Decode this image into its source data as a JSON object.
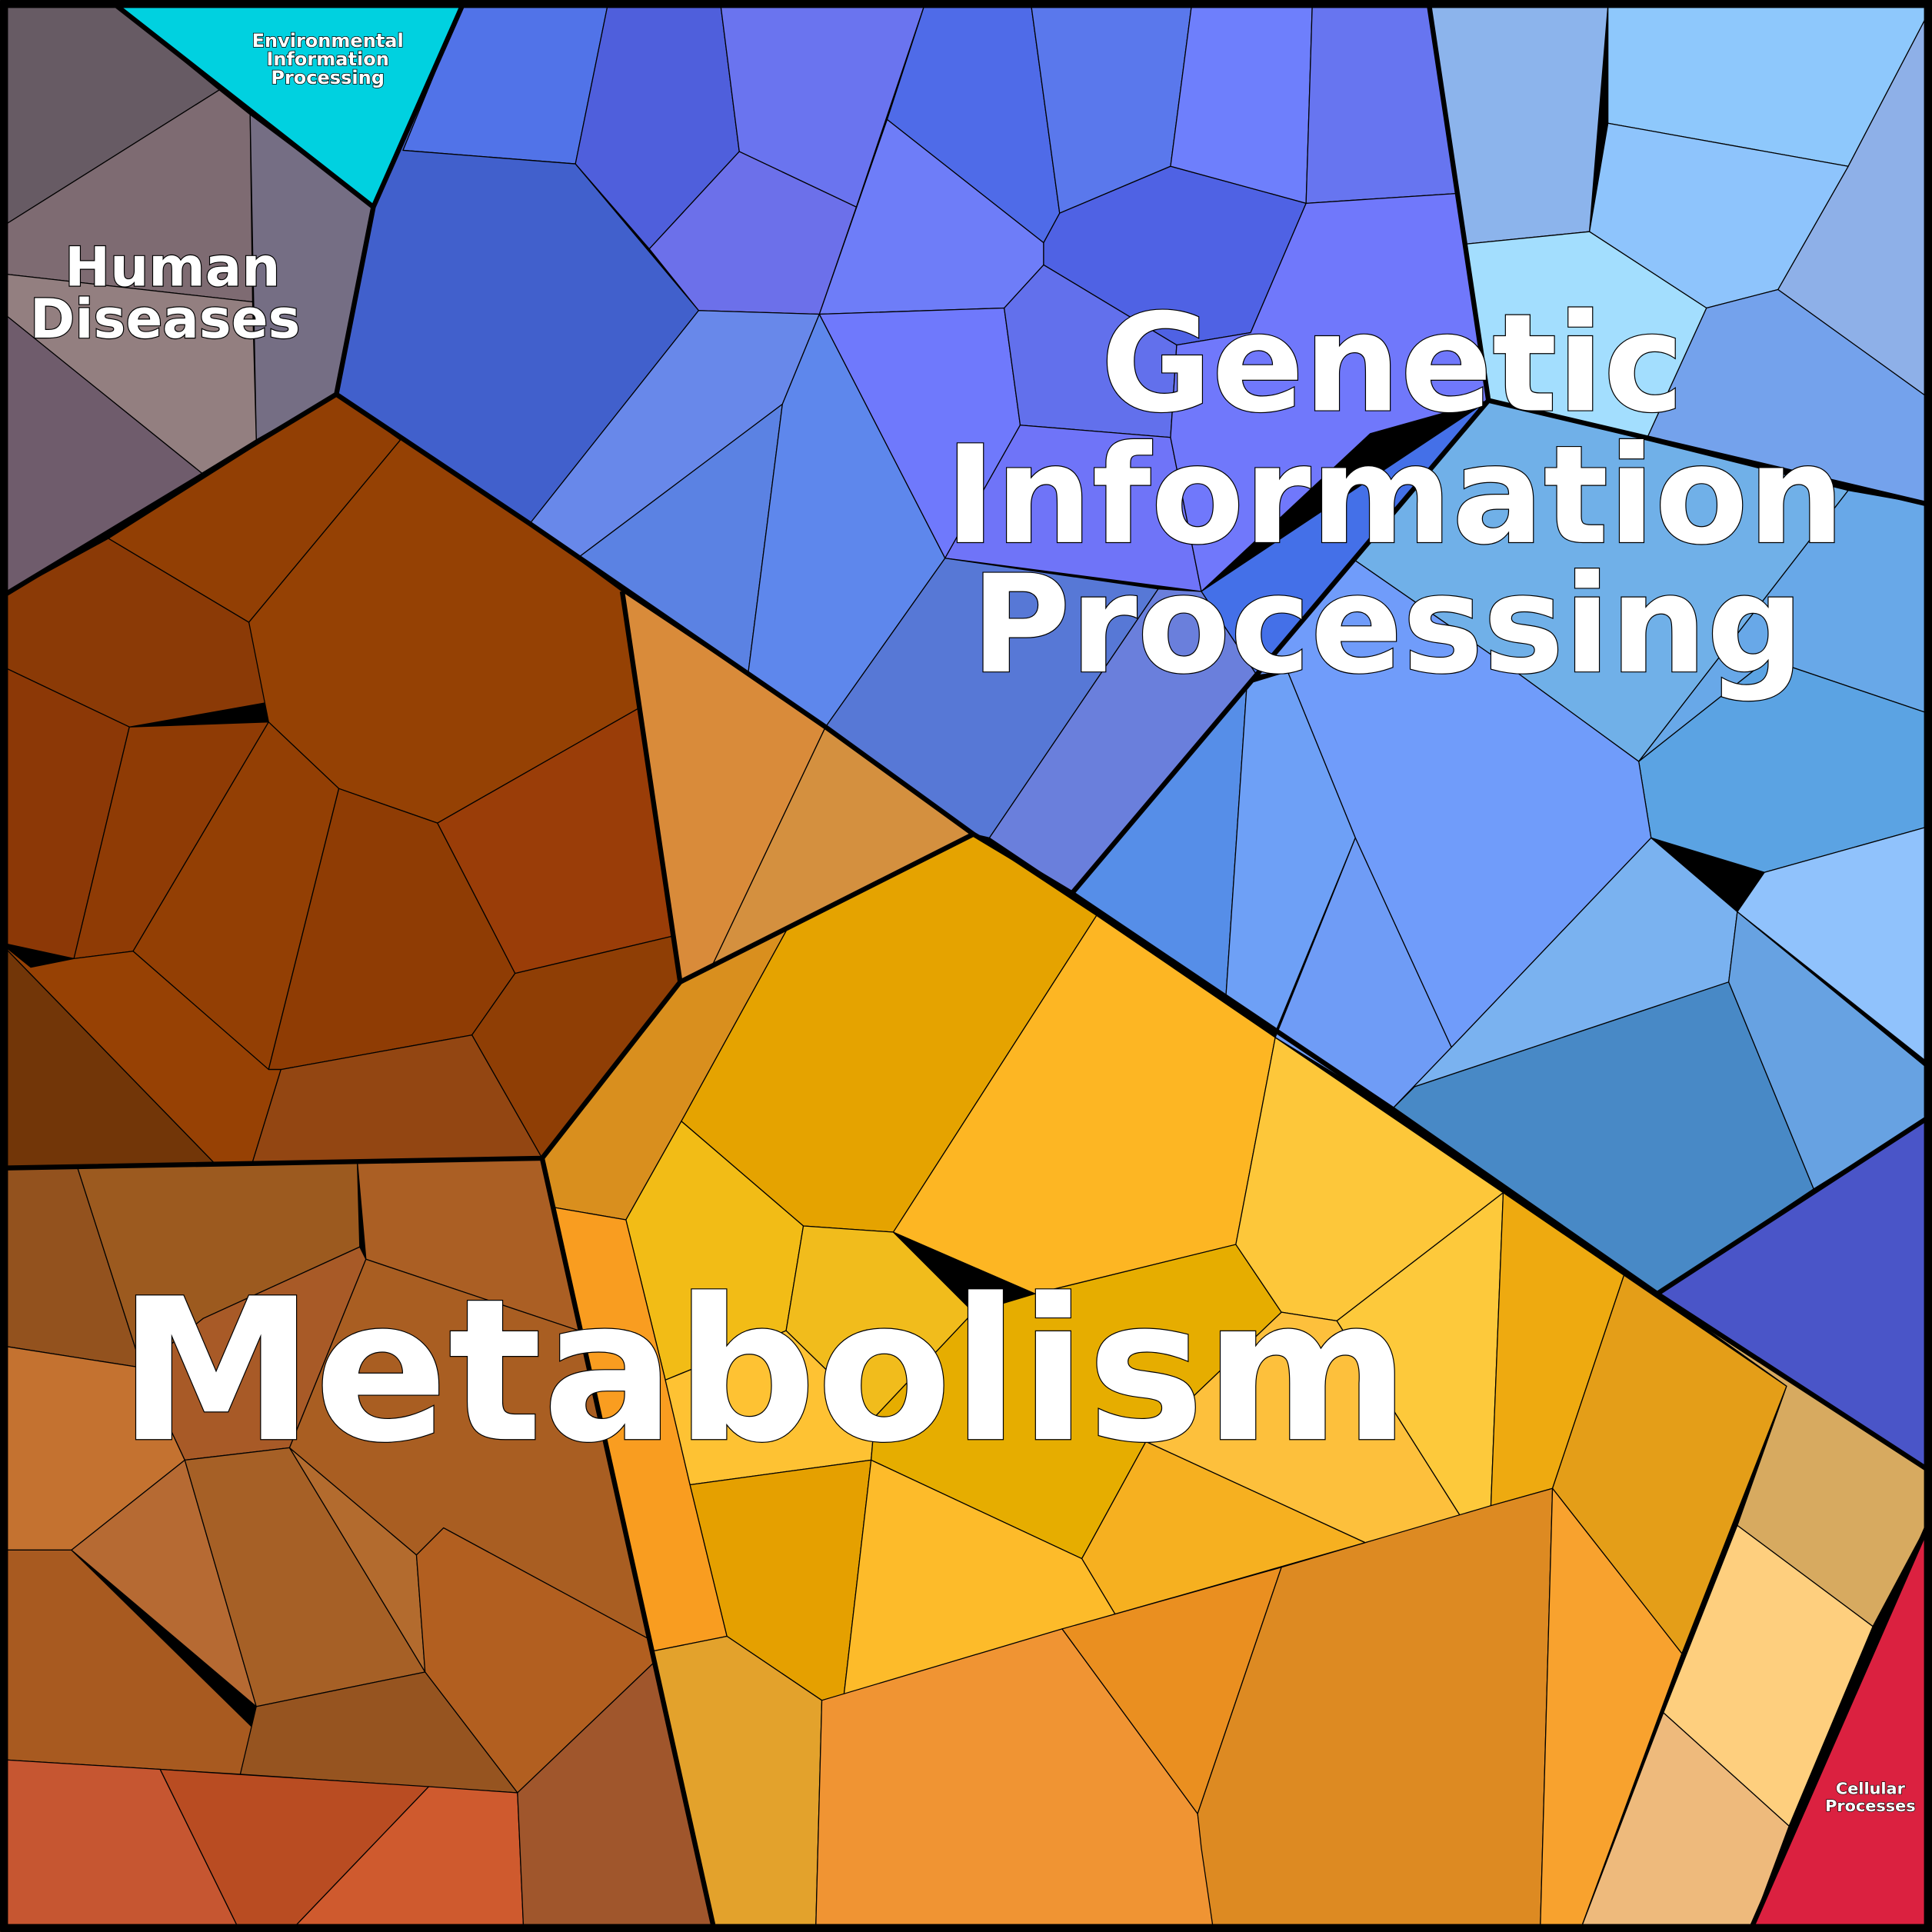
{
  "diagram": {
    "type": "voronoi-treemap",
    "regions": {
      "metabolism": {
        "label": "Metabolism",
        "color": "#e5a300"
      },
      "genetic": {
        "label_lines": [
          "Genetic",
          "Information",
          "Processing"
        ],
        "color": "#5a78ec"
      },
      "human_diseases": {
        "label_lines": [
          "Human",
          "Diseases"
        ],
        "color": "#756e84"
      },
      "environmental": {
        "label_lines": [
          "Environmental",
          "Information",
          "Processing"
        ],
        "color": "#00d1e0"
      },
      "cellular": {
        "label_lines": [
          "Cellular",
          "Processes"
        ],
        "color": "#db2140"
      }
    }
  }
}
